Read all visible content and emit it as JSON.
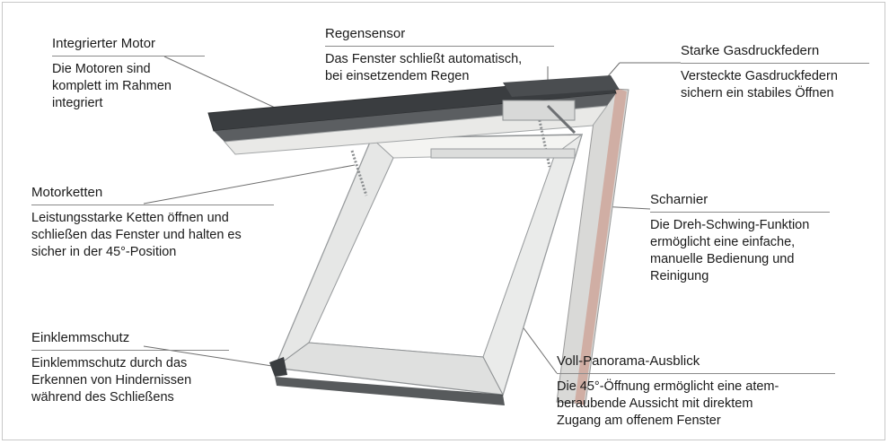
{
  "labels": {
    "motor": {
      "title": "Integrierter Motor",
      "desc": "Die Motoren sind\nkomplett im Rahmen\nintegriert"
    },
    "sensor": {
      "title": "Regensensor",
      "desc": "Das Fenster schließt automatisch,\nbei einsetzendem Regen"
    },
    "gas": {
      "title": "Starke Gasdruckfedern",
      "desc": "Versteckte Gasdruckfedern\nsichern ein stabiles Öffnen"
    },
    "chains": {
      "title": "Motorketten",
      "desc": "Leistungsstarke Ketten öffnen und\nschließen das Fenster und halten es\nsicher in der 45°-Position"
    },
    "hinge": {
      "title": "Scharnier",
      "desc": "Die Dreh-Schwing-Funktion\nermöglicht eine einfache,\nmanuelle Bedienung und\nReinigung"
    },
    "pinch": {
      "title": "Einklemmschutz",
      "desc": "Einklemmschutz durch das\nErkennen von Hindernissen\nwährend des Schließens"
    },
    "panorama": {
      "title": "Voll-Panorama-Ausblick",
      "desc": "Die 45°-Öffnung ermöglicht eine atem-\nberaubende Aussicht mit direktem\nZugang am offenem Fenster"
    }
  },
  "colors": {
    "frame_dark": "#3a3d40",
    "frame_light": "#f2f2f0",
    "edge": "#b9bcbd",
    "rule": "#8a8a8a"
  }
}
